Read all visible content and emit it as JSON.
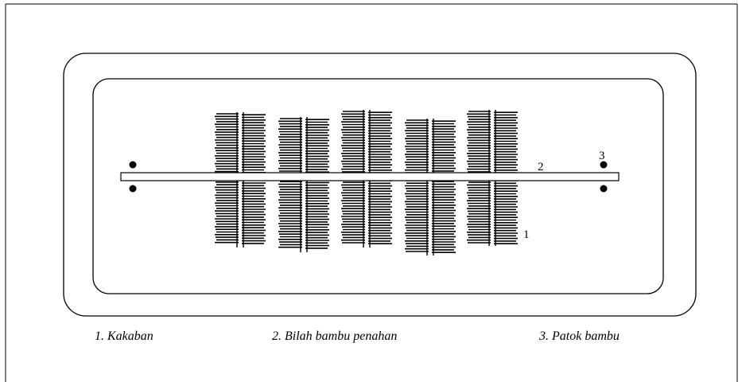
{
  "diagram": {
    "callouts": {
      "kakaban": "1",
      "bilah": "2",
      "patok": "3"
    },
    "legend": [
      "1. Kakaban",
      "2. Bilah bambu penahan",
      "3. Patok bambu"
    ],
    "kakaban_count": 5
  }
}
